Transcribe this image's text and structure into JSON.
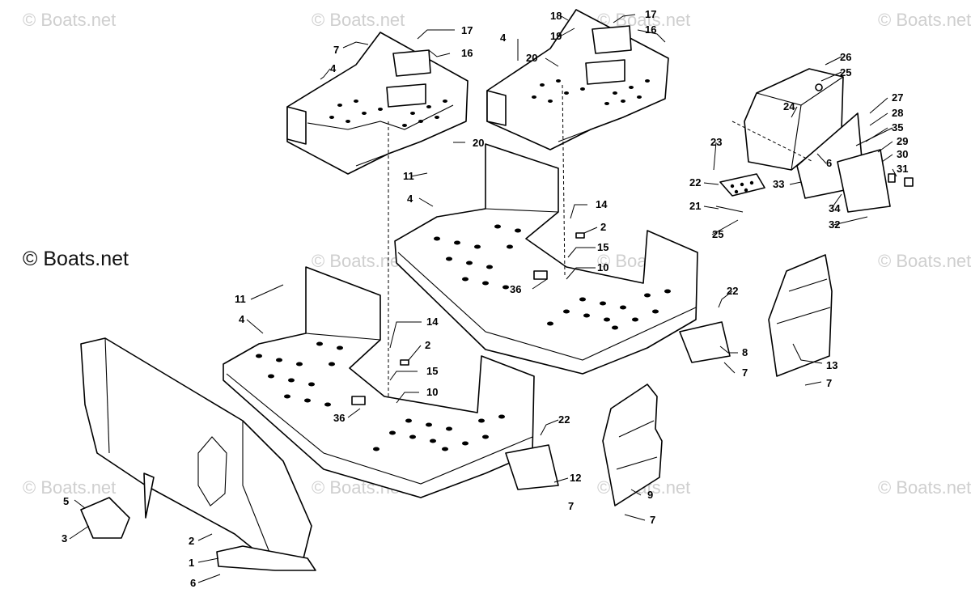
{
  "watermark": {
    "main": "© Boats.net",
    "tile": "© Boats.net"
  },
  "callouts": {
    "c1": "1",
    "c2a": "2",
    "c2b": "2",
    "c2c": "2",
    "c3": "3",
    "c4a": "4",
    "c4b": "4",
    "c4c": "4",
    "c4d": "4",
    "c5": "5",
    "c6a": "6",
    "c6b": "6",
    "c7a": "7",
    "c7b": "7",
    "c7c": "7",
    "c7d": "7",
    "c7e": "7",
    "c7f": "7",
    "c8": "8",
    "c9": "9",
    "c10a": "10",
    "c10b": "10",
    "c11a": "11",
    "c11b": "11",
    "c12": "12",
    "c13": "13",
    "c14a": "14",
    "c14b": "14",
    "c15a": "15",
    "c15b": "15",
    "c16a": "16",
    "c16b": "16",
    "c17a": "17",
    "c17b": "17",
    "c18": "18",
    "c19": "19",
    "c20a": "20",
    "c20b": "20",
    "c21": "21",
    "c22a": "22",
    "c22b": "22",
    "c22c": "22",
    "c23": "23",
    "c24": "24",
    "c25a": "25",
    "c25b": "25",
    "c26": "26",
    "c27": "27",
    "c28": "28",
    "c29": "29",
    "c30": "30",
    "c31": "31",
    "c32": "32",
    "c33": "33",
    "c34": "34",
    "c35": "35",
    "c36a": "36",
    "c36b": "36"
  }
}
